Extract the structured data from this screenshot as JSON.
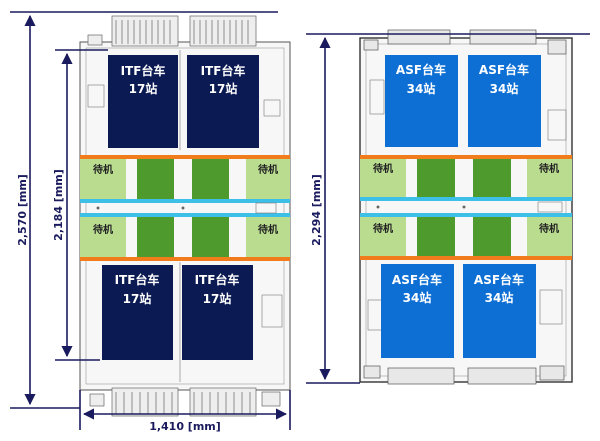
{
  "dimensions": {
    "left_total_height": "2,570 [mm]",
    "left_inner_height": "2,184 [mm]",
    "left_width": "1,410 [mm]",
    "right_height": "2,294 [mm]"
  },
  "left_machine": {
    "cart_name": "ITF台车",
    "cart_stations": "17站",
    "waiting_label": "待机"
  },
  "right_machine": {
    "cart_name": "ASF台车",
    "cart_stations": "34站",
    "waiting_label": "待机"
  },
  "colors": {
    "itf_cart": "#0b1a52",
    "asf_cart": "#0d6fd4",
    "waiting_light_green": "#b9dc8f",
    "station_dark_green": "#4e9a2c",
    "orange_rail": "#f07c1c",
    "cyan_rail": "#3cc0e8",
    "dimension_line": "#1a1a5e",
    "machine_outline": "#444444"
  }
}
